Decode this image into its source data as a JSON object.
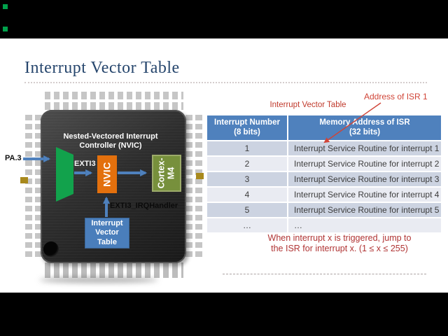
{
  "slide": {
    "title": "Interrupt Vector Table",
    "note_line1": "When interrupt x is triggered, jump to",
    "note_line2": "the ISR for interrupt x. (1 ≤ x ≤ 255)"
  },
  "annotations": {
    "table_label": "Interrupt Vector Table",
    "isr_pointer_label": "Address of ISR 1"
  },
  "chip": {
    "pin_label": "PA.3",
    "controller_title_line1": "Nested-Vectored Interrupt",
    "controller_title_line2": "Controller (NVIC)",
    "exti_label": "EXTI3",
    "nvic_block_label": "NVIC",
    "cortex_block_line1": "Cortex-",
    "cortex_block_line2": "M4",
    "irq_handler_label": "EXTI3_IRQHandler",
    "ivt_box_line1": "Interrupt",
    "ivt_box_line2": "Vector",
    "ivt_box_line3": "Table"
  },
  "table": {
    "headers": [
      {
        "line1": "Interrupt Number",
        "line2": "(8 bits)"
      },
      {
        "line1": "Memory Address of ISR",
        "line2": "(32 bits)"
      }
    ],
    "rows": [
      {
        "num": "1",
        "isr": "Interrupt Service Routine for interrupt 1"
      },
      {
        "num": "2",
        "isr": "Interrupt Service Routine for interrupt 2"
      },
      {
        "num": "3",
        "isr": "Interrupt Service Routine for interrupt 3"
      },
      {
        "num": "4",
        "isr": "Interrupt Service Routine for interrupt 4"
      },
      {
        "num": "5",
        "isr": "Interrupt Service Routine for interrupt 5"
      },
      {
        "num": "…",
        "isr": "…"
      }
    ]
  },
  "colors": {
    "title_navy": "#26466d",
    "accent_red": "#c0392b",
    "arrow_blue": "#4f81bd",
    "header_bg": "#4f81bd",
    "row_odd": "#ccd3e1",
    "row_even": "#e9ebf2",
    "nvic_orange": "#e3700d",
    "cortex_olive": "#77903c",
    "mux_green": "#12a24c",
    "ivt_blue": "#4a7ebb"
  }
}
